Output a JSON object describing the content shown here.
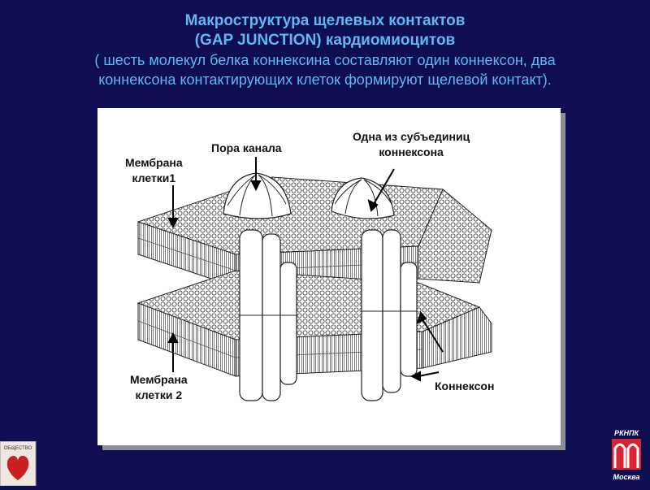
{
  "title": {
    "line1": "Макроструктура щелевых контактов",
    "line2": "(GAP JUNCTION) кардиомиоцитов",
    "line3": "( шесть молекул белка коннексина составляют один коннексон, два",
    "line4": "коннексона контактирующих клеток формируют щелевой контакт)."
  },
  "labels": {
    "membrane1_a": "Мембрана",
    "membrane1_b": "клетки1",
    "pore": "Пора канала",
    "subunit_a": "Одна из субъединиц",
    "subunit_b": "коннексона",
    "membrane2_a": "Мембрана",
    "membrane2_b": "клетки 2",
    "connexon": "Коннексон"
  },
  "logos": {
    "right_top": "РКНПК",
    "right_bottom": "Москва",
    "left_text": "ОБЩЕСТВО"
  },
  "colors": {
    "background": "#0f0e52",
    "title": "#5fb8f0",
    "logo_red": "#d9232e"
  }
}
